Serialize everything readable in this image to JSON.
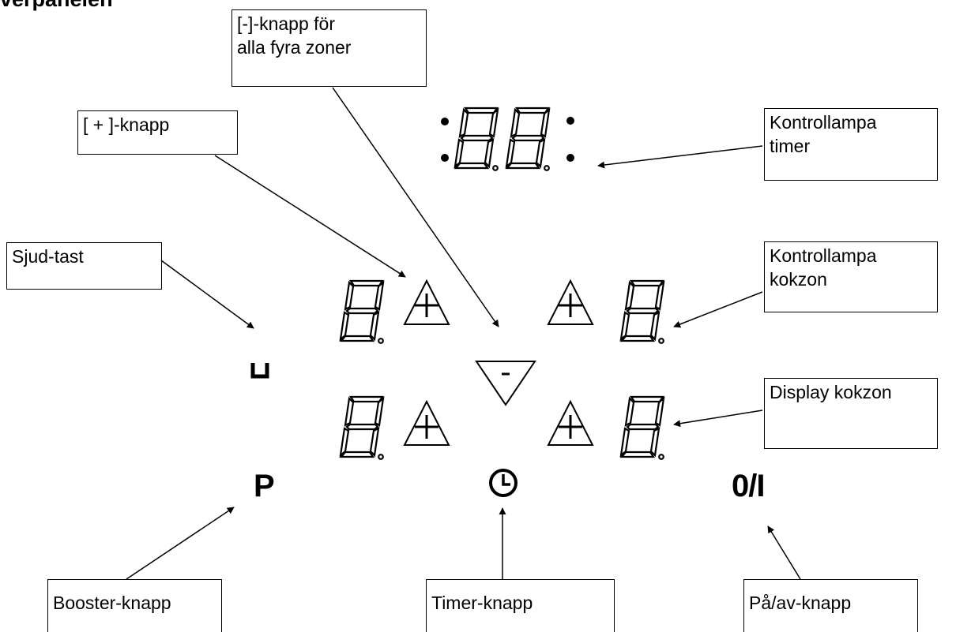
{
  "title": "verpanelen",
  "labels": {
    "minus_key": "[-]-knapp för\nalla fyra zoner",
    "plus_key": "[ + ]-knapp",
    "timer_lamp": "Kontrollampa\ntimer",
    "sound_key": "Sjud-tast",
    "zone_lamp": "Kontrollampa\nkokzon",
    "zone_display": "Display kokzon",
    "booster_key": "Booster-knapp",
    "timer_key": "Timer-knapp",
    "power_key": "På/av-knapp"
  },
  "panel": {
    "booster_symbol": "P",
    "power_symbol": "0/I",
    "plus_symbol": "+",
    "minus_symbol": "-",
    "digit_symbol": "8"
  },
  "icons": [
    "seven-segment-display-icon",
    "plus-triangle-icon",
    "minus-triangle-icon",
    "clock-icon",
    "sound-key-icon",
    "arrow-icon"
  ]
}
